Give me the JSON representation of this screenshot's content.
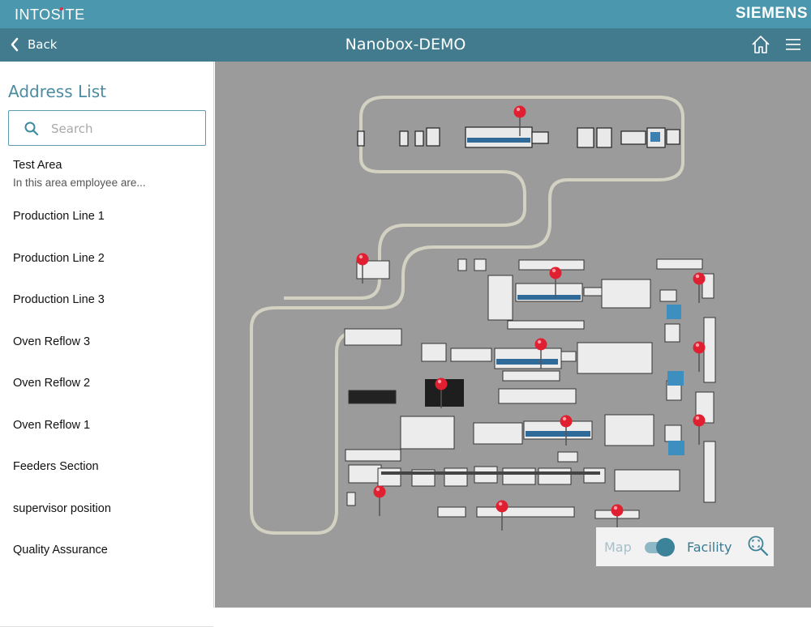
{
  "header": {
    "brand": "INTOSITE",
    "vendor": "SIEMENS",
    "back_label": "Back",
    "title": "Nanobox-DEMO"
  },
  "sidebar": {
    "title": "Address List",
    "search_placeholder": "Search",
    "search_value": "",
    "items": [
      {
        "label": "Test Area",
        "subtitle": "In this area employee are..."
      },
      {
        "label": "Production Line 1"
      },
      {
        "label": "Production Line 2"
      },
      {
        "label": "Production Line 3"
      },
      {
        "label": "Oven Reflow 3"
      },
      {
        "label": "Oven Reflow 2"
      },
      {
        "label": "Oven Reflow 1"
      },
      {
        "label": "Feeders Section"
      },
      {
        "label": "supervisor position"
      },
      {
        "label": "Quality Assurance"
      }
    ]
  },
  "view_toggle": {
    "map_label": "Map",
    "facility_label": "Facility",
    "selected": "Facility"
  },
  "icons": {
    "back": "chevron-left-icon",
    "home": "home-icon",
    "menu": "hamburger-menu-icon",
    "search": "search-icon",
    "zoom": "zoom-fit-icon",
    "pin": "map-pin-icon"
  },
  "colors": {
    "header_bg": "#4b98ae",
    "navbar_bg": "#427b8d",
    "accent": "#3c8399",
    "pin": "#e02030",
    "map_bg": "#9b9b9b"
  }
}
